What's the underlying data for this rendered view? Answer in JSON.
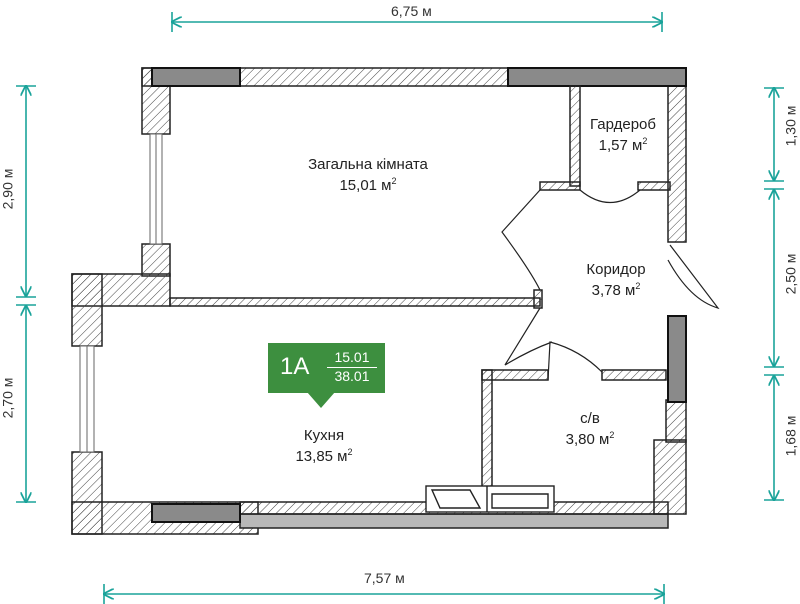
{
  "dimensions": {
    "top": "6,75 м",
    "bottom": "7,57 м",
    "left_upper": "2,90 м",
    "left_lower": "2,70 м",
    "right_upper": "1,30 м",
    "right_middle": "2,50 м",
    "right_lower": "1,68 м"
  },
  "rooms": [
    {
      "name": "Загальна кімната",
      "area": "15,01 м",
      "unit_sup": "2"
    },
    {
      "name": "Гардероб",
      "area": "1,57 м",
      "unit_sup": "2"
    },
    {
      "name": "Коридор",
      "area": "3,78 м",
      "unit_sup": "2"
    },
    {
      "name": "Кухня",
      "area": "13,85 м",
      "unit_sup": "2"
    },
    {
      "name": "с/в",
      "area": "3,80 м",
      "unit_sup": "2"
    }
  ],
  "badge": {
    "label": "1А",
    "living_area": "15.01",
    "total_area": "38.01",
    "color": "#3d8f3f"
  },
  "colors": {
    "dimension_line": "#1aa39a",
    "wall": "#222222",
    "hatch": "#444444",
    "window": "#8a8a8a"
  }
}
